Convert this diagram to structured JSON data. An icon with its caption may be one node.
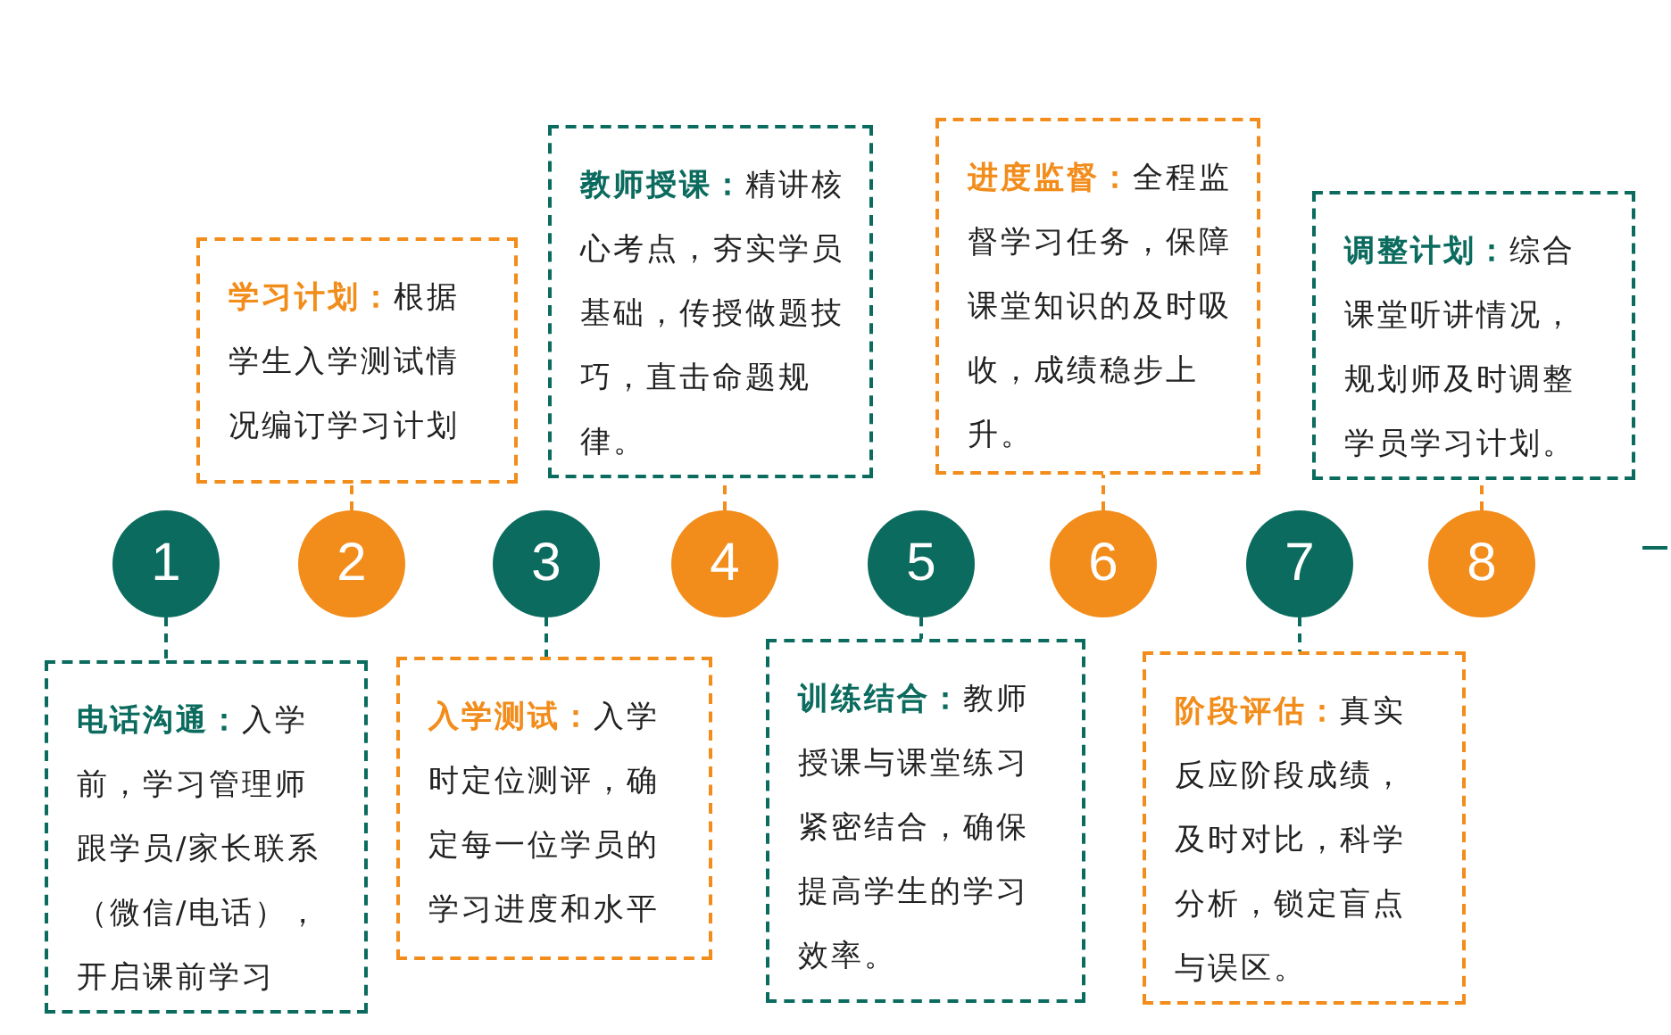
{
  "diagram": {
    "nodes": [
      {
        "text": [
          "1"
        ]
      },
      {
        "text": [
          "2"
        ]
      },
      {
        "text": [
          "3"
        ]
      },
      {
        "text": [
          "4"
        ]
      },
      {
        "text": [
          "5"
        ]
      },
      {
        "text": [
          "6"
        ]
      },
      {
        "text": [
          "7"
        ]
      },
      {
        "text": [
          "8"
        ]
      },
      {
        "text": [
          "**电话沟通：**入学前，学习管理师跟学员/家长联系（微信/电话），开启课前学习"
        ]
      },
      {
        "text": [
          "**学习计划：**根据学生入学测试情况编订学习计划"
        ]
      },
      {
        "text": [
          "**入学测试：**入学时定位测评，确定每一位学员的学习进度和水平"
        ]
      },
      {
        "text": [
          "**教师授课：**精讲核心考点，夯实学员基础，传授做题技巧，直击命题规律。"
        ]
      },
      {
        "text": [
          "**训练结合：**教师授课与课堂练习紧密结合，确保提高学生的学习效率。"
        ]
      },
      {
        "text": [
          "**进度监督：**全程监督学习任务，保障课堂知识的及时吸收，成绩稳步上升。"
        ]
      },
      {
        "text": [
          "**阶段评估：**真实反应阶段成绩，及时对比，科学分析，锁定盲点与误区。"
        ]
      },
      {
        "text": [
          "**调整计划：**综合课堂听讲情况，规划师及时调整学员学习计划。"
        ]
      }
    ],
    "edges": [
      {
        "from": 0,
        "to": 8,
        "arrow": "none",
        "style": "dashed",
        "color": "#0b6b5e"
      },
      {
        "from": 1,
        "to": 9,
        "arrow": "none",
        "style": "dashed",
        "color": "#f28c1a"
      },
      {
        "from": 2,
        "to": 10,
        "arrow": "none",
        "style": "dashed",
        "color": "#0b6b5e"
      },
      {
        "from": 3,
        "to": 11,
        "arrow": "none",
        "style": "dashed",
        "color": "#f28c1a"
      },
      {
        "from": 4,
        "to": 12,
        "arrow": "none",
        "style": "dashed",
        "color": "#0b6b5e"
      },
      {
        "from": 5,
        "to": 13,
        "arrow": "none",
        "style": "dashed",
        "color": "#f28c1a"
      },
      {
        "from": 6,
        "to": 14,
        "arrow": "none",
        "style": "dashed",
        "color": "#0b6b5e"
      },
      {
        "from": 7,
        "to": 15,
        "arrow": "none",
        "style": "dashed",
        "color": "#f28c1a"
      }
    ]
  }
}
